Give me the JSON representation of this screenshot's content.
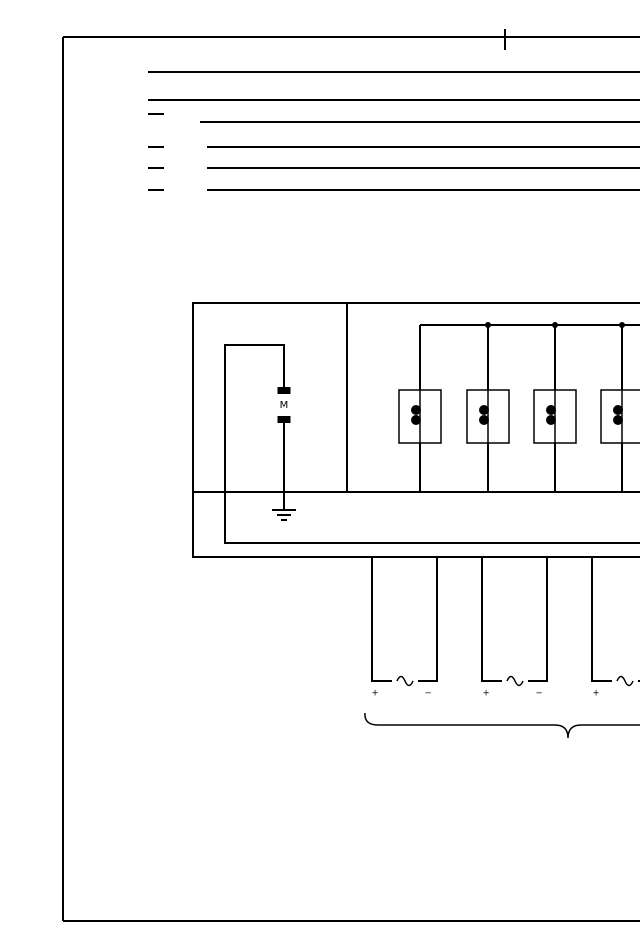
{
  "page": {
    "background_color": "#ffffff",
    "ink_color": "#000000"
  },
  "diagram": {
    "kind": "electrical-schematic",
    "motor": {
      "label": "M"
    },
    "ground_icon": "earth-ground",
    "coil_bank": {
      "coil_count": 4
    },
    "ac_sources": {
      "count": 3,
      "wave_icon": "sine-wave",
      "plus_label": "+",
      "minus_label": "−"
    }
  }
}
